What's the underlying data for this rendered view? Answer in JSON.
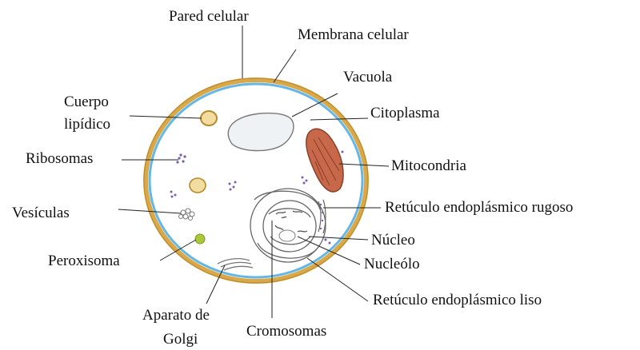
{
  "labels": {
    "pared_celular": "Pared celular",
    "membrana_celular": "Membrana celular",
    "vacuola": "Vacuola",
    "cuerpo_lipidico_1": "Cuerpo",
    "cuerpo_lipidico_2": "lipídico",
    "citoplasma": "Citoplasma",
    "ribosomas": "Ribosomas",
    "mitocondria": "Mitocondria",
    "vesiculas": "Vesículas",
    "reticulo_rugoso": "Retúculo endoplásmico rugoso",
    "nucleo": "Núcleo",
    "peroxisoma": "Peroxisoma",
    "nucleolo": "Nucleólo",
    "reticulo_liso": "Retúculo endoplásmico liso",
    "aparato_golgi_1": "Aparato de",
    "aparato_golgi_2": "Golgi",
    "cromosomas": "Cromosomas"
  },
  "colors": {
    "cell_wall": "#d9a848",
    "cell_wall_dark": "#b8892e",
    "membrane": "#62b6e8",
    "cytoplasm": "#ffffff",
    "vacuole_fill": "#eef2f5",
    "lipid_fill": "#f2dca0",
    "mitochondria": "#c8684a",
    "peroxisome": "#a9c93a",
    "ribosome": "#7a5cb0",
    "leader": "#222222"
  }
}
